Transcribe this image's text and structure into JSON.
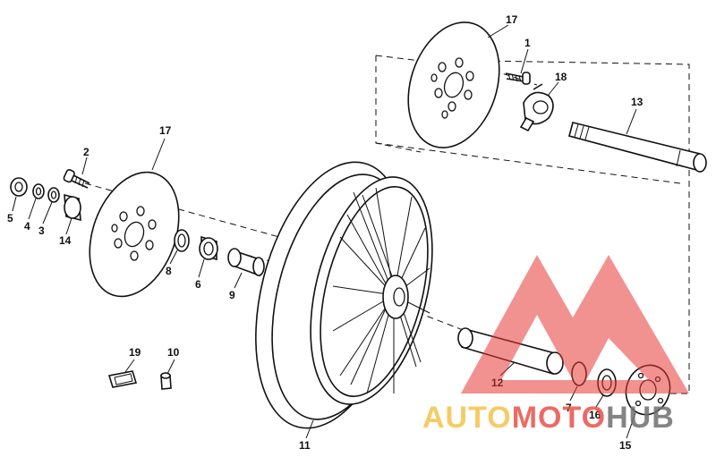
{
  "callouts": [
    {
      "id": "1",
      "label": "1"
    },
    {
      "id": "2",
      "label": "2"
    },
    {
      "id": "3",
      "label": "3"
    },
    {
      "id": "4",
      "label": "4"
    },
    {
      "id": "5",
      "label": "5"
    },
    {
      "id": "6",
      "label": "6"
    },
    {
      "id": "7",
      "label": "7"
    },
    {
      "id": "8",
      "label": "8"
    },
    {
      "id": "9",
      "label": "9"
    },
    {
      "id": "10",
      "label": "10"
    },
    {
      "id": "11",
      "label": "11"
    },
    {
      "id": "12",
      "label": "12"
    },
    {
      "id": "13",
      "label": "13"
    },
    {
      "id": "14",
      "label": "14"
    },
    {
      "id": "15",
      "label": "15"
    },
    {
      "id": "16",
      "label": "16"
    },
    {
      "id": "17a",
      "label": "17"
    },
    {
      "id": "17b",
      "label": "17"
    },
    {
      "id": "18",
      "label": "18"
    },
    {
      "id": "19",
      "label": "19"
    }
  ],
  "watermark": {
    "part1": "AUTO",
    "part2": "MOTO",
    "part3": "HUB",
    "colors": {
      "part1": "#f4c24a",
      "part2": "#e8524a",
      "part3": "#6f6f6f",
      "logo": "#e53935"
    }
  }
}
